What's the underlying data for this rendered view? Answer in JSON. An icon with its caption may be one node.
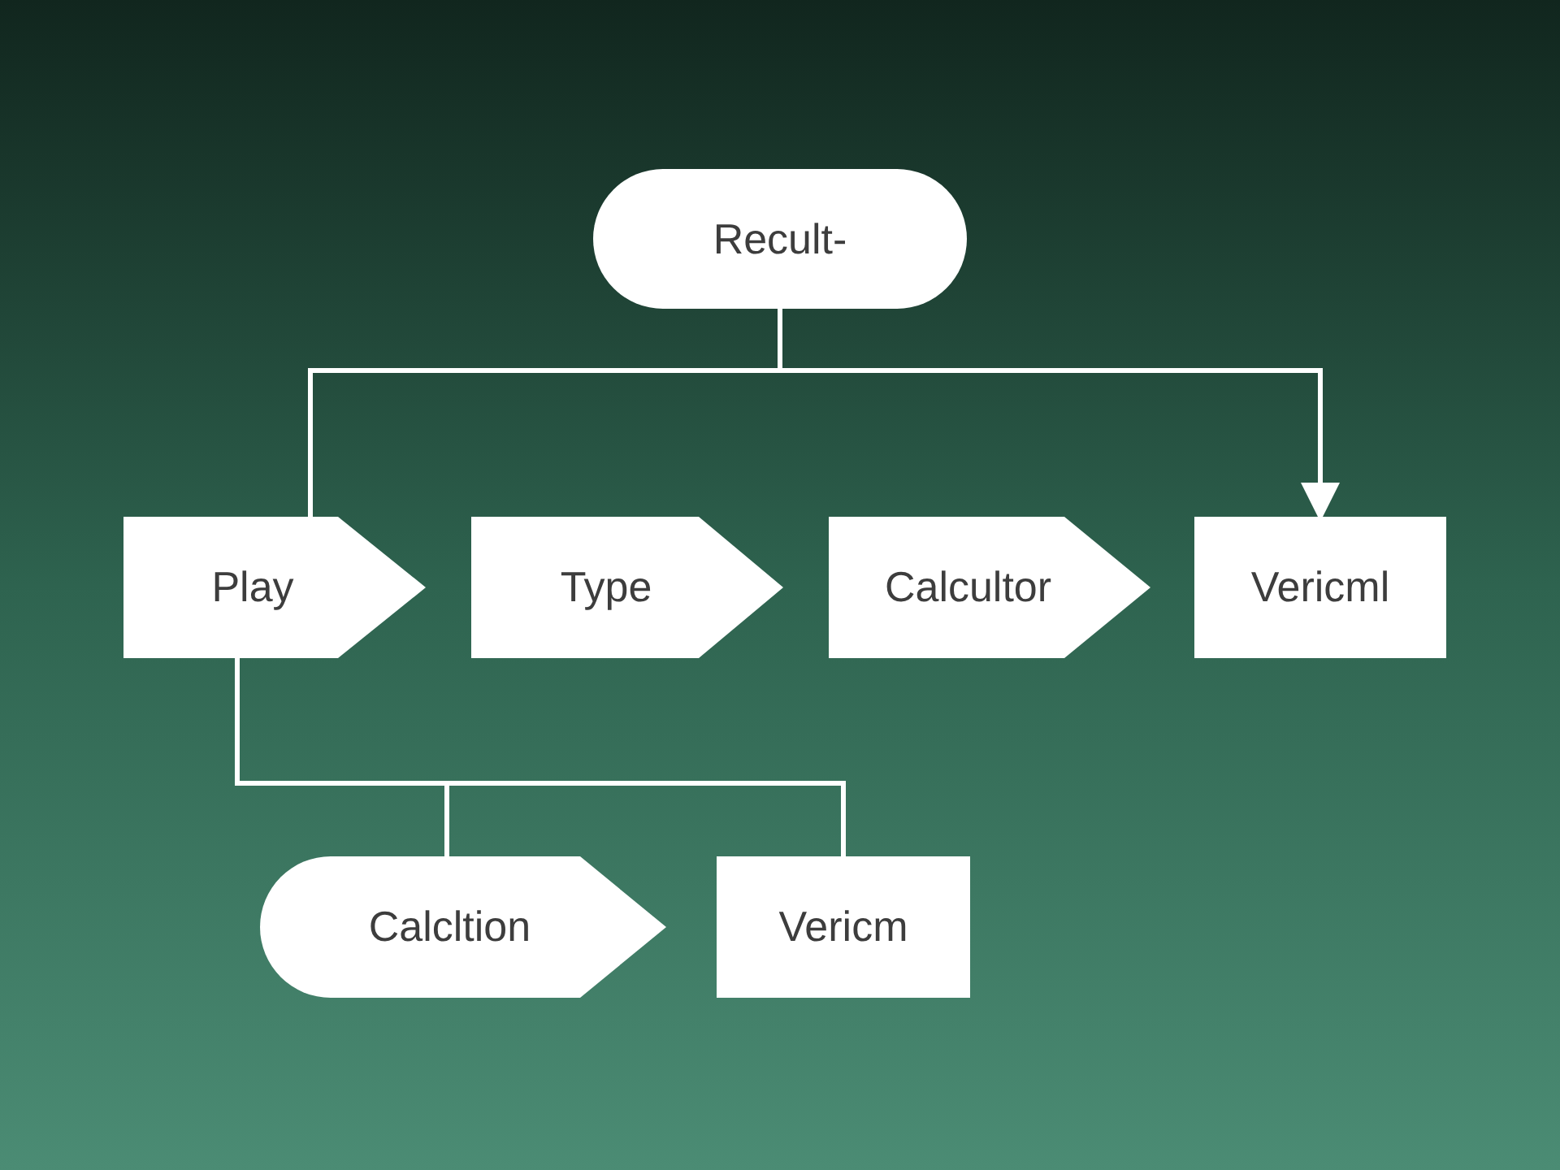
{
  "diagram": {
    "nodes": [
      {
        "text": [
          "Recult-"
        ]
      },
      {
        "text": [
          "Play"
        ]
      },
      {
        "text": [
          "Type"
        ]
      },
      {
        "text": [
          "Calcultor"
        ]
      },
      {
        "text": [
          "Vericml"
        ]
      },
      {
        "text": [
          "Calcltion"
        ]
      },
      {
        "text": [
          "Vericm"
        ]
      }
    ],
    "edges": [
      {
        "from": 0,
        "to": 1,
        "arrow": "none"
      },
      {
        "from": 0,
        "to": 4,
        "arrow": "to"
      },
      {
        "from": 1,
        "to": 5,
        "arrow": "none"
      },
      {
        "from": 1,
        "to": 6,
        "arrow": "none"
      }
    ]
  }
}
